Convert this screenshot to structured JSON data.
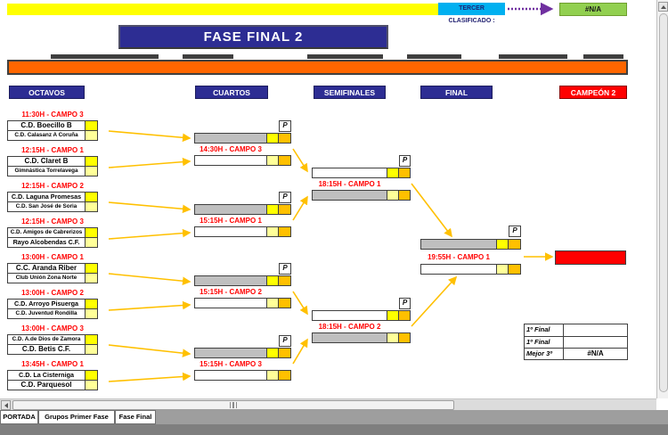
{
  "top_bar": {
    "tercer_clasificado_label": "TERCER CLASIFICADO :",
    "tercer_clasificado_value": "#N/A"
  },
  "title": "FASE FINAL 2",
  "round_headers": {
    "octavos": "OCTAVOS",
    "cuartos": "CUARTOS",
    "semifinales": "SEMIFINALES",
    "final": "FINAL",
    "campeon": "CAMPEÓN 2"
  },
  "p_label": "P",
  "octavos": {
    "matches": [
      {
        "time": "11:30H - CAMPO 3",
        "team1": "C.D. Boecillo B",
        "team2": "C.D. Calasanz A Coruña"
      },
      {
        "time": "12:15H - CAMPO 1",
        "team1": "C.D. Claret B",
        "team2": "Gimnástica Torrelavega"
      },
      {
        "time": "12:15H - CAMPO 2",
        "team1": "C.D. Laguna Promesas",
        "team2": "C.D. San José de Soria"
      },
      {
        "time": "12:15H - CAMPO 3",
        "team1": "C.D. Amigos de Cabrerizos",
        "team2": "Rayo Alcobendas C.F."
      },
      {
        "time": "13:00H - CAMPO 1",
        "team1": "C.C. Aranda Riber",
        "team2": "Club Unión Zona Norte"
      },
      {
        "time": "13:00H - CAMPO 2",
        "team1": "C.D. Arroyo Pisuerga",
        "team2": "C.D. Juventud Rondilla"
      },
      {
        "time": "13:00H - CAMPO 3",
        "team1": "C.D. A.de Dios de Zamora",
        "team2": "C.D. Betis C.F."
      },
      {
        "time": "13:45H - CAMPO 1",
        "team1": "C.D. La Cisterniga",
        "team2": "C.D. Parquesol"
      }
    ]
  },
  "cuartos": {
    "matches": [
      {
        "time": "14:30H - CAMPO 3"
      },
      {
        "time": "15:15H - CAMPO 1"
      },
      {
        "time": "15:15H - CAMPO 2"
      },
      {
        "time": "15:15H - CAMPO 3"
      }
    ]
  },
  "semifinales": {
    "matches": [
      {
        "time": "18:15H - CAMPO 1"
      },
      {
        "time": "18:15H - CAMPO 2"
      }
    ]
  },
  "final": {
    "time": "19:55H - CAMPO 1"
  },
  "results_table": {
    "rows": [
      {
        "label": "1º Final",
        "value": ""
      },
      {
        "label": "1º Final",
        "value": ""
      },
      {
        "label": "Mejor 3º",
        "value": "#N/A"
      }
    ]
  },
  "tabs": {
    "items": [
      "PORTADA",
      "Grupos Primer Fase",
      "Fase Final"
    ],
    "active": "Fase Final"
  },
  "colors": {
    "navy": "#2D2D93",
    "orange_band": "#FF6600",
    "red": "#FF0000",
    "bright_yellow": "#FFFF00",
    "pale_yellow": "#FFFF99",
    "penalty_orange": "#FFC000",
    "slot_gray": "#BFBFBF",
    "cyan": "#00B0F0",
    "green": "#92D050",
    "purple": "#7030A0",
    "arrow": "#FFC000"
  }
}
